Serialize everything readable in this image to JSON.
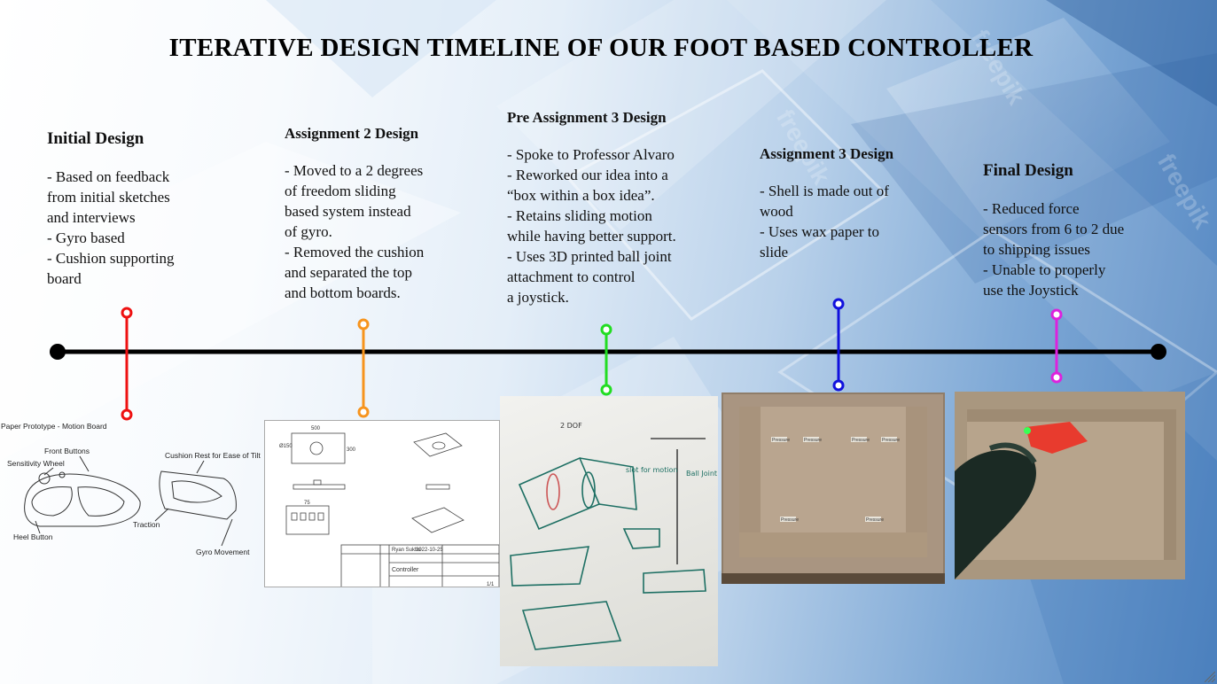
{
  "slide_title": "ITERATIVE DESIGN TIMELINE OF OUR FOOT BASED CONTROLLER",
  "stages": [
    {
      "heading": "Initial Design",
      "body": "- Based on feedback\nfrom initial sketches\nand interviews\n- Gyro based\n- Cushion supporting\nboard",
      "marker_color": "#ee1111"
    },
    {
      "heading": "Assignment 2 Design",
      "body": "- Moved to a 2 degrees\nof freedom sliding\nbased system instead\nof gyro.\n- Removed the cushion\nand separated the top\nand bottom boards.",
      "marker_color": "#f7941d"
    },
    {
      "heading": "Pre Assignment 3 Design",
      "body": "- Spoke to Professor Alvaro\n- Reworked our idea into a\n“box within a box idea”.\n- Retains sliding motion\nwhile having better support.\n- Uses 3D printed ball joint\nattachment to control\na joystick.",
      "marker_color": "#22dd22"
    },
    {
      "heading": "Assignment 3 Design",
      "body": "- Shell is made out of\nwood\n- Uses wax paper to\nslide",
      "marker_color": "#1111dd"
    },
    {
      "heading": "Final Design",
      "body": "- Reduced force\nsensors from 6 to 2 due\nto shipping issues\n- Unable to properly\nuse the Joystick",
      "marker_color": "#dd22dd"
    }
  ],
  "sketch": {
    "title": "Paper Prototype - Motion Board",
    "labels": {
      "front_buttons": "Front Buttons",
      "sensitivity_wheel": "Sensitivity Wheel",
      "cushion_rest": "Cushion Rest for Ease of Tilt",
      "traction": "Traction",
      "heel_button": "Heel Button",
      "gyro_movement": "Gyro Movement"
    }
  },
  "drawing": {
    "dim_500": "500",
    "dim_diameter": "Ø150",
    "dim_300": "300",
    "dim_75": "75",
    "author": "Ryan Sukhu",
    "date": "2022-10-25",
    "part_name": "Controller",
    "sheet": "1/1"
  },
  "whiteboard": {
    "note_dof": "2 DOF",
    "note_ball_joint": "Ball Joint",
    "note_slot_for_motion": "slot for motion"
  },
  "wood_box": {
    "sensor_labels": [
      "Pressure",
      "Pressure",
      "Pressure",
      "Pressure",
      "Pressure",
      "Pressure"
    ]
  },
  "colors": {
    "timeline": "#000000",
    "background_accent": "#3f78b8"
  }
}
